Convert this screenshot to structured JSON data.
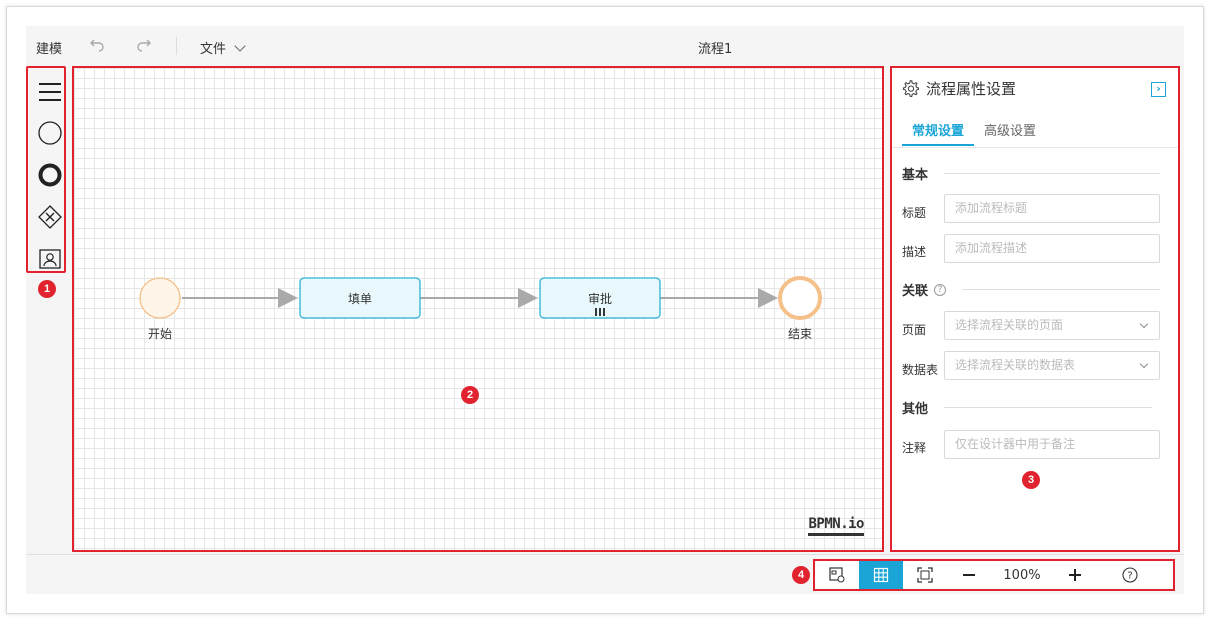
{
  "topbar": {
    "title": "建模",
    "file_menu": "文件",
    "doc_title": "流程1"
  },
  "palette": {
    "badge": "1",
    "tools": [
      "hand-menu-icon",
      "start-event-icon",
      "end-event-icon",
      "gateway-icon",
      "user-task-icon"
    ]
  },
  "canvas": {
    "badge": "2",
    "logo": "BPMN.io",
    "nodes": {
      "start": "开始",
      "fill": "填单",
      "approve": "审批",
      "end": "结束"
    },
    "colors": {
      "start_fill": "#fff4e8",
      "start_stroke": "#f5c08a",
      "task_fill": "#e9f8fc",
      "task_stroke": "#2bb5d6",
      "end_stroke": "#f5c08a",
      "flow": "#aaaaaa"
    }
  },
  "panel": {
    "badge": "3",
    "title": "流程属性设置",
    "tabs": [
      "常规设置",
      "高级设置"
    ],
    "sections": {
      "basic": "基本",
      "relation": "关联",
      "other": "其他"
    },
    "fields": {
      "title_label": "标题",
      "title_placeholder": "添加流程标题",
      "desc_label": "描述",
      "desc_placeholder": "添加流程描述",
      "page_label": "页面",
      "page_placeholder": "选择流程关联的页面",
      "table_label": "数据表",
      "table_placeholder": "选择流程关联的数据表",
      "note_label": "注释",
      "note_placeholder": "仅在设计器中用于备注"
    }
  },
  "bottombar": {
    "badge": "4",
    "zoom": "100%",
    "accent": "#1aa5d6"
  }
}
